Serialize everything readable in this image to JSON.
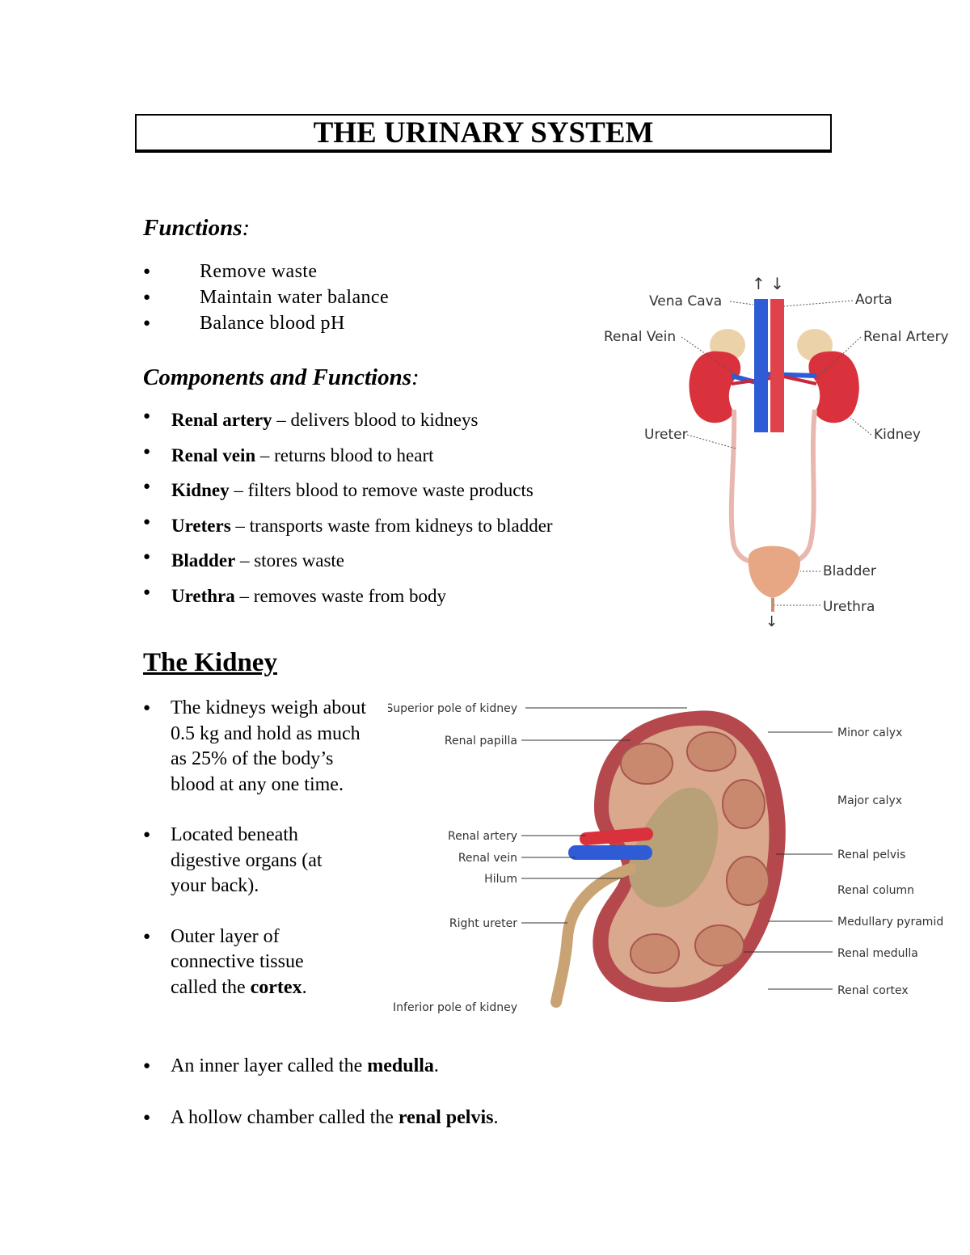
{
  "title": "THE URINARY SYSTEM",
  "functions": {
    "heading": "Functions",
    "colon": ":",
    "items": [
      "Remove waste",
      "Maintain water balance",
      "Balance blood pH"
    ]
  },
  "components": {
    "heading": "Components and Functions",
    "colon": ":",
    "items": [
      {
        "term": "Renal artery",
        "desc": " – delivers blood to kidneys"
      },
      {
        "term": "Renal vein",
        "desc": " – returns blood to heart"
      },
      {
        "term": "Kidney",
        "desc": " – filters blood to remove waste products"
      },
      {
        "term": "Ureters",
        "desc": " – transports waste from kidneys to bladder"
      },
      {
        "term": "Bladder",
        "desc": " –  stores waste"
      },
      {
        "term": "Urethra",
        "desc": " –  removes waste from body"
      }
    ]
  },
  "urinary_diagram": {
    "labels": {
      "vena_cava": "Vena Cava",
      "aorta": "Aorta",
      "renal_vein": "Renal Vein",
      "renal_artery": "Renal Artery",
      "ureter": "Ureter",
      "kidney": "Kidney",
      "bladder": "Bladder",
      "urethra": "Urethra",
      "arrows_top": "↑ ↓",
      "arrow_bottom": "↓"
    }
  },
  "kidney_section": {
    "heading": "The Kidney",
    "bullets": [
      {
        "pre": "The kidneys weigh about 0.5 kg and hold as much as 25% of the body’s blood at any one time.",
        "bold": "",
        "post": ""
      },
      {
        "pre": "Located beneath digestive organs (at your back).",
        "bold": "",
        "post": ""
      },
      {
        "pre": "Outer layer of connective tissue called the ",
        "bold": "cortex",
        "post": "."
      },
      {
        "pre": "An inner layer called the ",
        "bold": "medulla",
        "post": "."
      },
      {
        "pre": "A hollow chamber called the ",
        "bold": "renal pelvis",
        "post": "."
      }
    ]
  },
  "kidney_diagram": {
    "left_labels": [
      "Superior pole of kidney",
      "Renal papilla",
      "Renal artery",
      "Renal vein",
      "Hilum",
      "Right ureter",
      "Inferior pole of kidney"
    ],
    "right_labels": [
      "Minor calyx",
      "Major calyx",
      "Renal pelvis",
      "Renal column",
      "Medullary pyramid",
      "Renal medulla",
      "Renal cortex"
    ]
  },
  "colors": {
    "kidney_red": "#d9323c",
    "vein_blue": "#2f5bd6",
    "ureter_pink": "#e8b8b0",
    "bladder": "#e7a784",
    "cortex": "#b5484d",
    "medulla": "#d9a88d",
    "pelvis": "#b8a079"
  }
}
